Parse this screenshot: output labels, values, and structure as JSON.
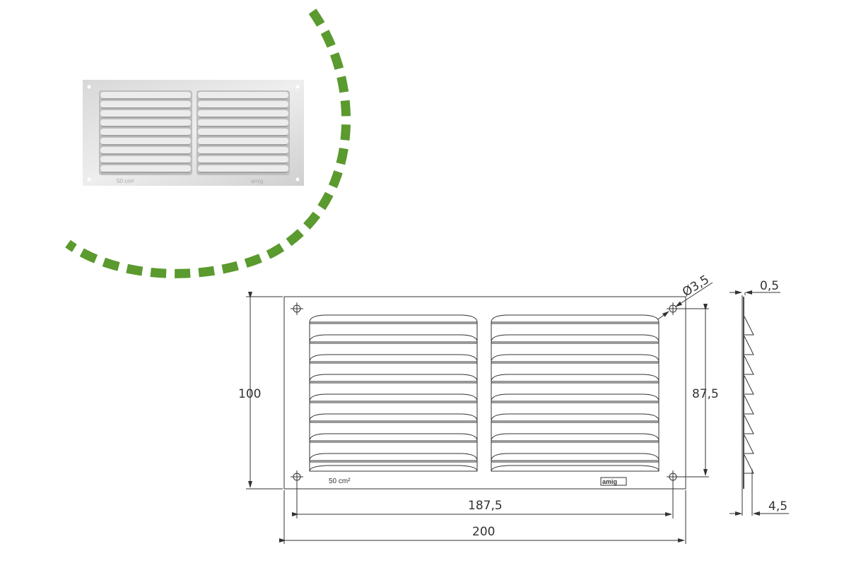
{
  "photo": {
    "label": "product-photo"
  },
  "accent_color": "#5a9a2e",
  "drawing": {
    "dim_height": "100",
    "dim_hole_spacing_w": "187,5",
    "dim_width": "200",
    "dim_hole_spacing_h": "87,5",
    "dim_hole_diameter": "Ø3,5",
    "dim_thickness": "0,5",
    "dim_depth": "4,5",
    "area_label": "50 cm²",
    "logo": "amig"
  }
}
